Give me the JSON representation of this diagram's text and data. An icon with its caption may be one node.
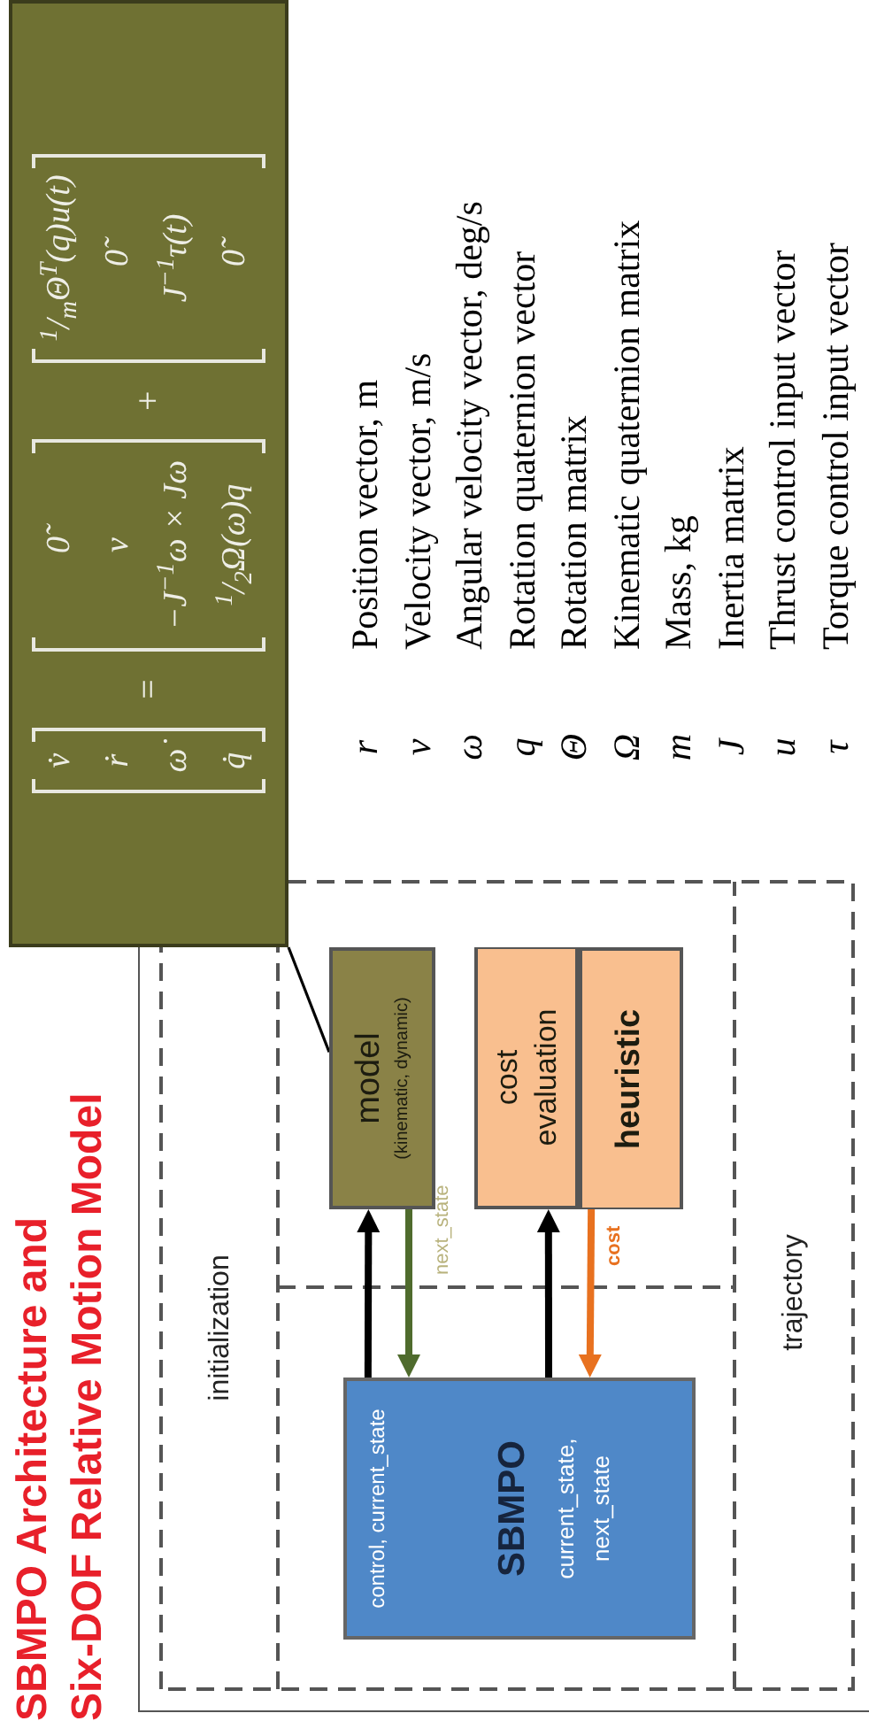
{
  "diagram": {
    "title": "SBMPO Architecture and Six-DOF Relative Motion Model",
    "nodes": [
      {
        "text": [
          "v̇",
          "ṙ",
          "ω̇",
          "q̇",
          "=",
          "0̃",
          "v",
          "−J$^{−1}$ω × Jω",
          "$^{1}$/$_{2}$Ω(ω)q",
          "+",
          "$^{1}$/$_{m}$Θ$^{T}$(q)u(t)",
          "0̃",
          "J$^{−1}$τ(t)",
          "0̃"
        ]
      },
      {
        "text": [
          "model",
          "(kinematic, dynamic)"
        ]
      },
      {
        "text": [
          "cost evaluation"
        ]
      },
      {
        "text": [
          "heuristic"
        ]
      },
      {
        "text": [
          "control, current_state",
          "SBMPO",
          "current_state, next_state"
        ]
      }
    ],
    "edges": [
      {
        "from": 4,
        "to": 1,
        "arrow": "to"
      },
      {
        "from": 1,
        "to": 4,
        "arrow": "to",
        "label": "next_state",
        "color": "#4f6b2d"
      },
      {
        "from": 4,
        "to": 2,
        "arrow": "to"
      },
      {
        "from": 3,
        "to": 4,
        "arrow": "to",
        "label": "cost",
        "color": "#e8711f"
      },
      {
        "from": 0,
        "to": 1,
        "arrow": "none"
      }
    ],
    "labels": [
      "initialization",
      "trajectory",
      "r",
      "Position vector, m",
      "v",
      "Velocity vector, m/s",
      "ω",
      "Angular velocity vector, deg/s",
      "q",
      "Rotation quaternion vector",
      "Θ",
      "Rotation matrix",
      "Ω",
      "Kinematic quaternion matrix",
      "m",
      "Mass, kg",
      "J",
      "Inertia matrix",
      "u",
      "Thrust control input vector",
      "τ",
      "Torque control input vector"
    ]
  }
}
